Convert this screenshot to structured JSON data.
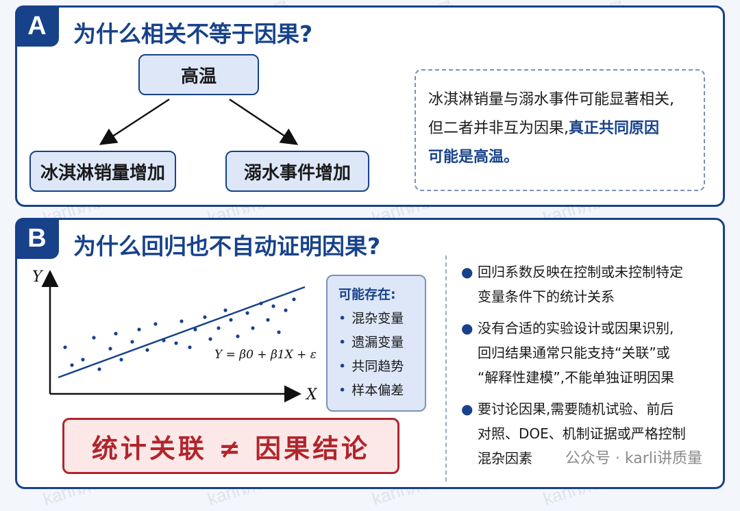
{
  "panelA": {
    "badge": "A",
    "title": "为什么相关不等于因果?",
    "nodes": {
      "top": "高温",
      "left": "冰淇淋销量增加",
      "right": "溺水事件增加"
    },
    "callout": {
      "line1": "冰淇淋销量与溺水事件可能显著相关,",
      "line2_plain": "但二者并非互为因果,",
      "line2_highlight": "真正共同原因",
      "line3_highlight": "可能是高温。"
    }
  },
  "panelB": {
    "badge": "B",
    "title": "为什么回归也不自动证明因果?",
    "plot": {
      "y_label": "Y",
      "x_label": "X",
      "equation": "Y = β0 + β1X + ε"
    },
    "possible": {
      "heading": "可能存在:",
      "items": [
        "混杂变量",
        "遗漏变量",
        "共同趋势",
        "样本偏差"
      ]
    },
    "conclusion": "统计关联 ≠ 因果结论",
    "bullets": [
      [
        "回归系数反映在控制或未控制特定",
        "变量条件下的统计关系"
      ],
      [
        "没有合适的实验设计或因果识别,",
        "回归结果通常只能支持“关联”或",
        "“解释性建模”,不能单独证明因果"
      ],
      [
        "要讨论因果,需要随机试验、前后",
        "对照、DOE、机制证据或严格控制",
        "混杂因素"
      ]
    ],
    "credit": "公众号 · karli讲质量"
  },
  "watermark": "karli讲质量",
  "colors": {
    "primary": "#17428a",
    "light_fill": "#dde7f8",
    "alert": "#b0252c"
  }
}
